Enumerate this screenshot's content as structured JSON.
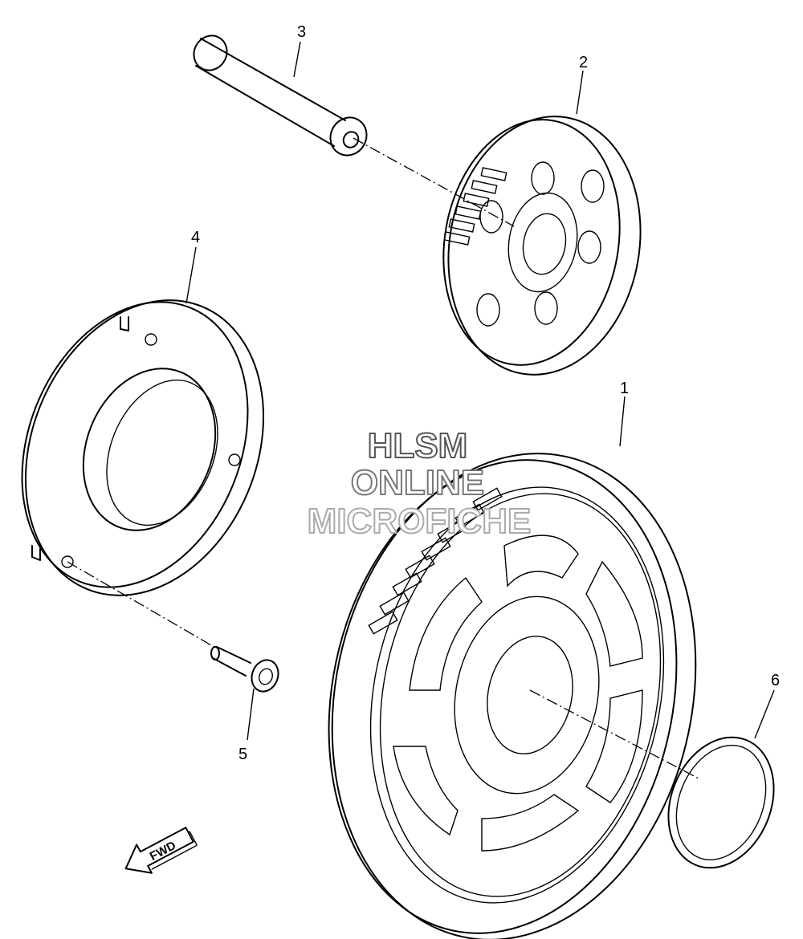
{
  "callouts": [
    {
      "id": "c1",
      "label": "1"
    },
    {
      "id": "c2",
      "label": "2"
    },
    {
      "id": "c3",
      "label": "3"
    },
    {
      "id": "c4",
      "label": "4"
    },
    {
      "id": "c5",
      "label": "5"
    },
    {
      "id": "c6",
      "label": "6"
    }
  ],
  "watermark": {
    "line1": "HLSM",
    "line2": "ONLINE",
    "line3": "MICROFICHE",
    "color1": "#555555",
    "color2": "#777777",
    "color3": "#aaaaaa"
  },
  "fwd_arrow": {
    "label": "FWD"
  }
}
